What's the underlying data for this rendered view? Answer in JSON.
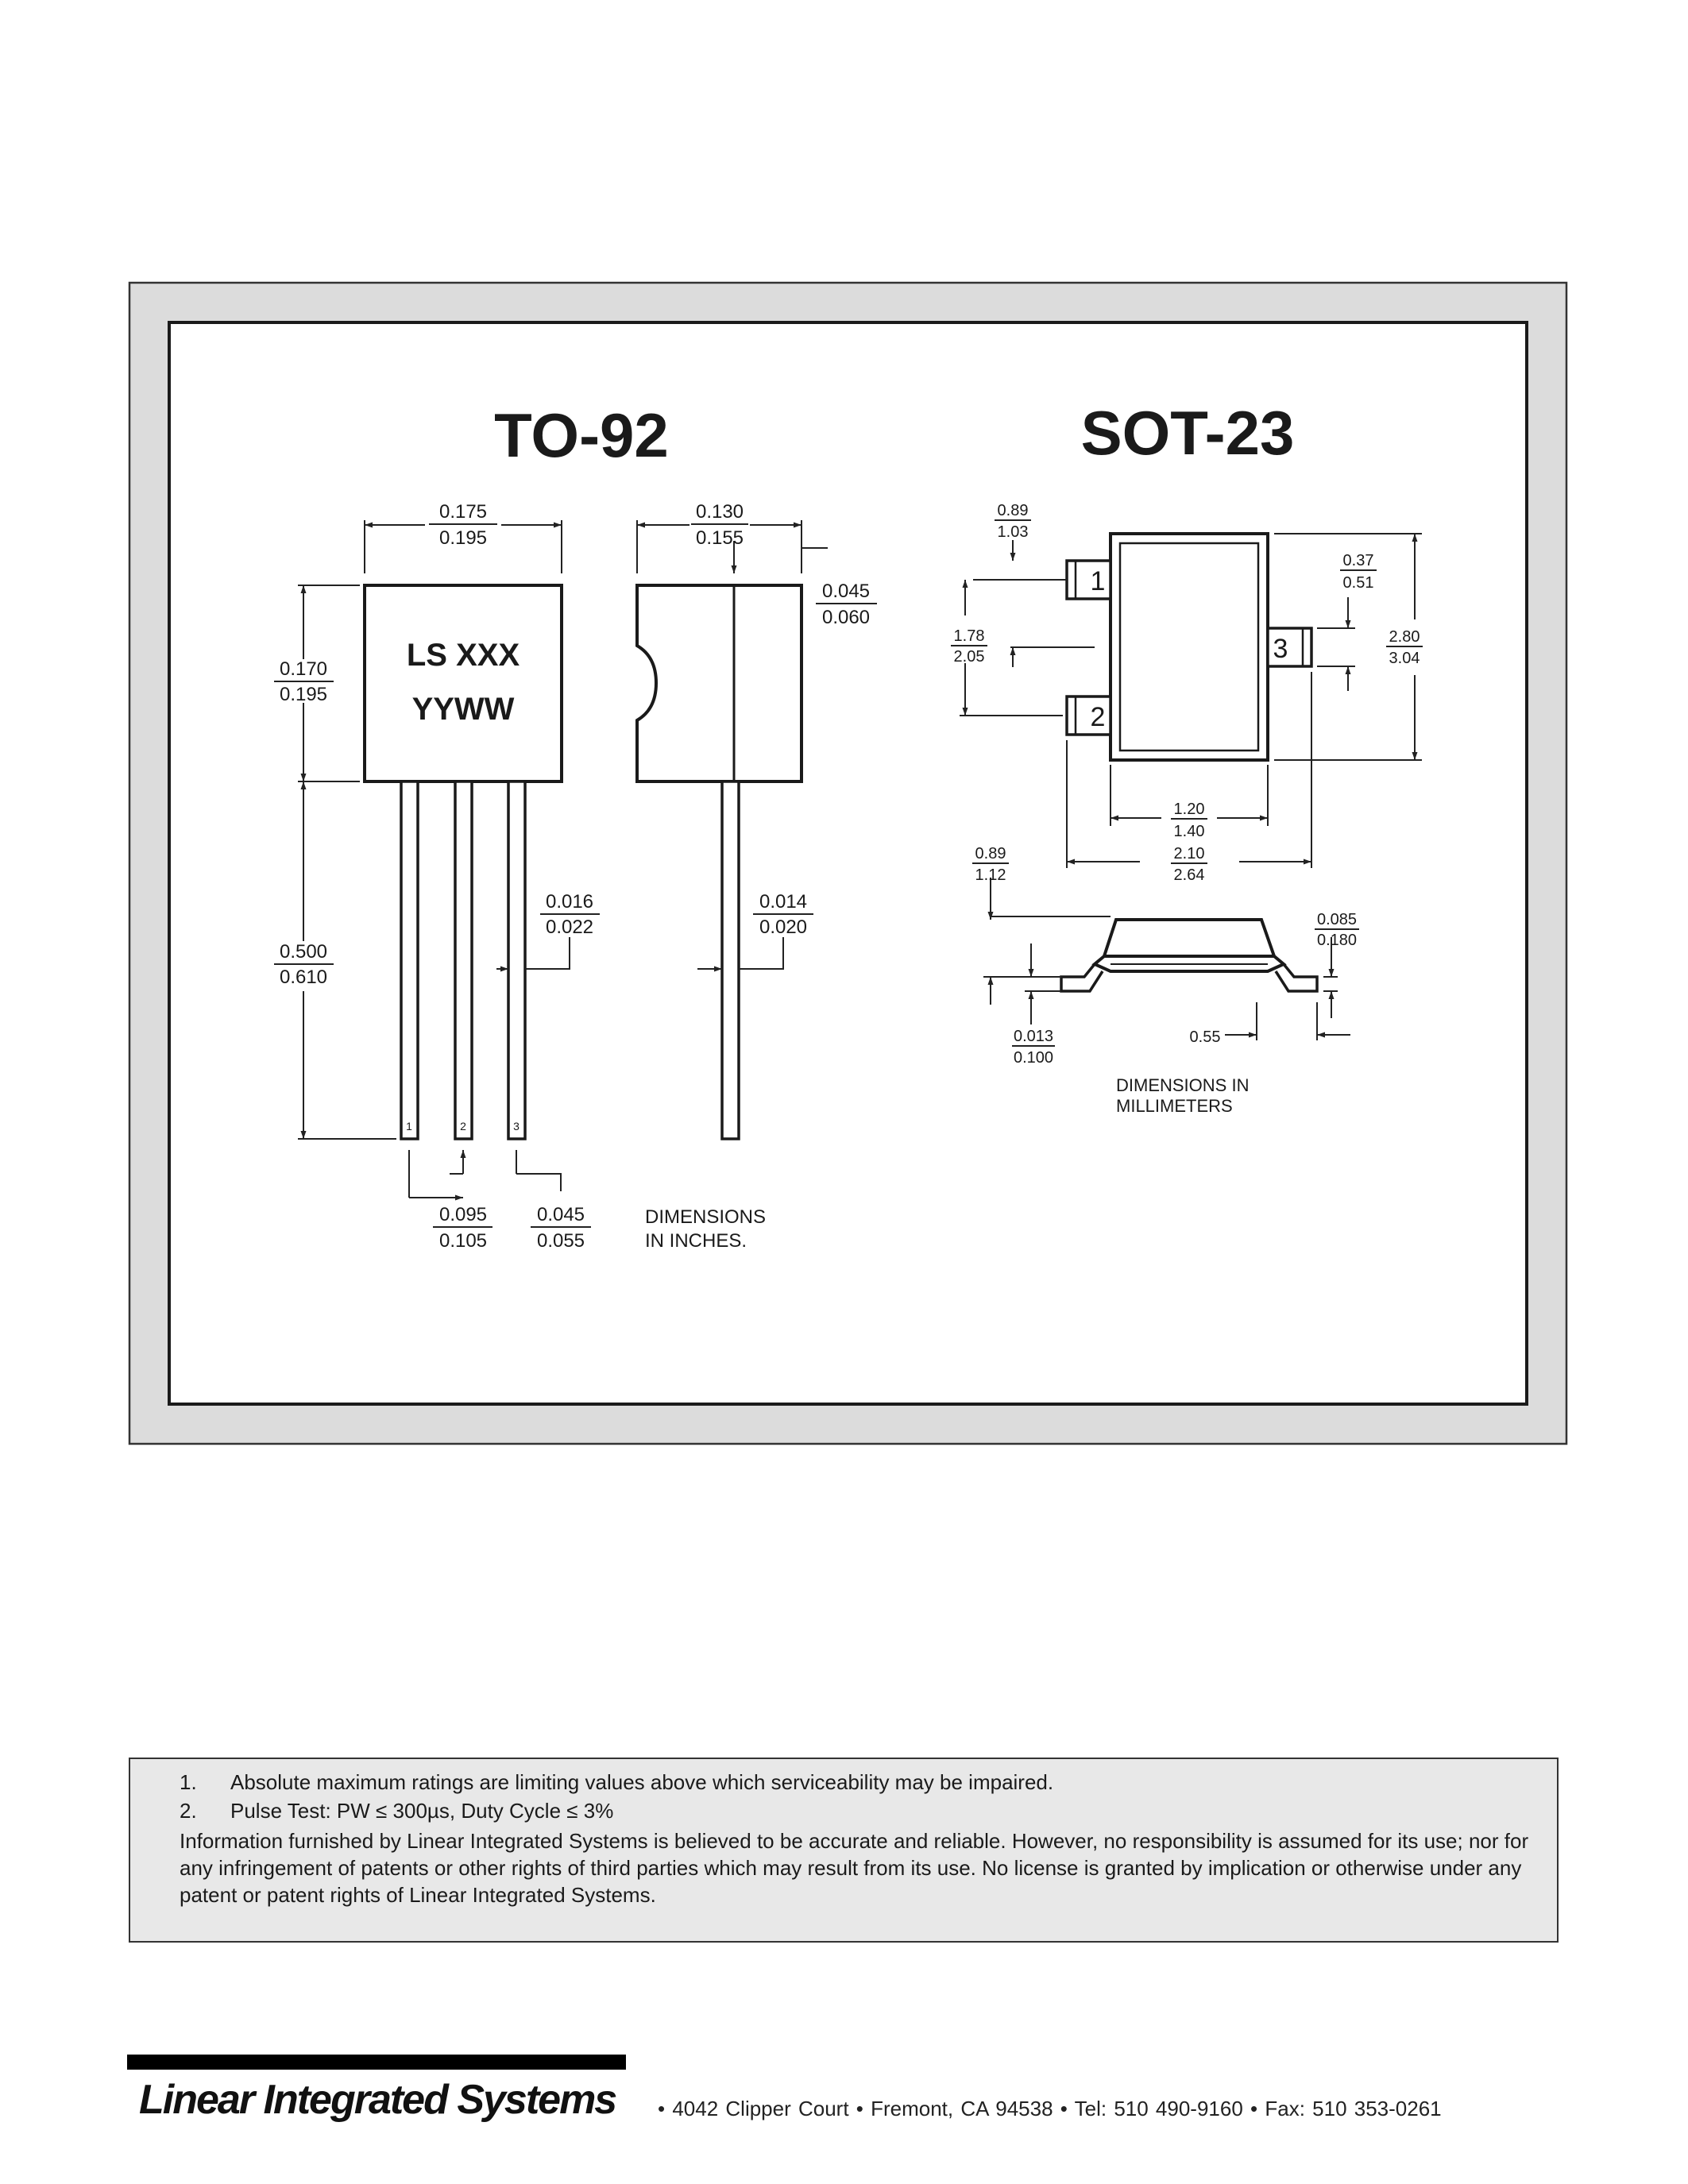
{
  "to92": {
    "title": "TO-92",
    "marking_line1": "LS XXX",
    "marking_line2": "YYWW",
    "dims": {
      "width_top": "0.175",
      "width_bot": "0.195",
      "depth_top": "0.130",
      "depth_bot": "0.155",
      "flat_top": "0.045",
      "flat_bot": "0.060",
      "height_top": "0.170",
      "height_bot": "0.195",
      "lead_len_top": "0.500",
      "lead_len_bot": "0.610",
      "lead_w_top": "0.016",
      "lead_w_bot": "0.022",
      "lead_t_top": "0.014",
      "lead_t_bot": "0.020",
      "pitch_top": "0.095",
      "pitch_bot": "0.105",
      "lead_spc_top": "0.045",
      "lead_spc_bot": "0.055"
    },
    "pins": [
      "1",
      "2",
      "3"
    ],
    "note_line1": "DIMENSIONS",
    "note_line2": "IN INCHES."
  },
  "sot23": {
    "title": "SOT-23",
    "pins": [
      "1",
      "2",
      "3"
    ],
    "dims": {
      "pad_top": "0.89",
      "pad_bot": "1.03",
      "pitch_top": "1.78",
      "pitch_bot": "2.05",
      "lead_w_top": "0.37",
      "lead_w_bot": "0.51",
      "length_top": "2.80",
      "length_bot": "3.04",
      "body_w_top": "1.20",
      "body_w_bot": "1.40",
      "total_w_top": "2.10",
      "total_w_bot": "2.64",
      "height_top": "0.89",
      "height_bot": "1.12",
      "lead_t_top": "0.085",
      "lead_t_bot": "0.180",
      "standoff_top": "0.013",
      "standoff_bot": "0.100",
      "foot": "0.55"
    },
    "note_line1": "DIMENSIONS IN",
    "note_line2": "MILLIMETERS"
  },
  "notes": [
    {
      "num": "1.",
      "text": "Absolute maximum ratings are limiting values above which serviceability may be impaired."
    },
    {
      "num": "2.",
      "text": "Pulse Test: PW ≤ 300µs, Duty Cycle ≤ 3%"
    }
  ],
  "disclaimer": "Information furnished by Linear Integrated Systems is believed to be accurate and reliable.  However, no responsibility is assumed for its use; nor for any infringement of patents or other rights of third parties which may result from its use.  No license is granted by implication or otherwise under any patent or patent rights of Linear Integrated Systems.",
  "footer": {
    "company": "Linear Integrated Systems",
    "address": "•  4042 Clipper Court  •  Fremont, CA 94538  •  Tel: 510 490-9160  •  Fax: 510 353-0261"
  }
}
